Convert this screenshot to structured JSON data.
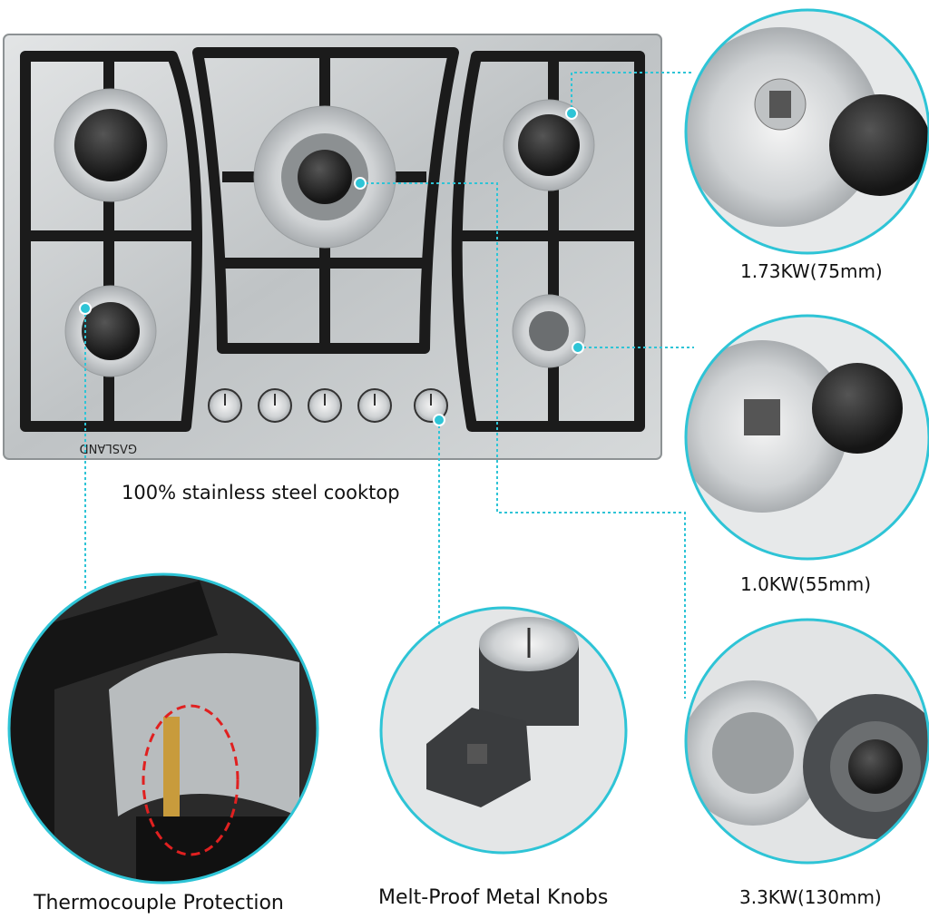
{
  "brand_logo": "GΛSLAND",
  "captions": {
    "cooktop": "100% stainless steel cooktop",
    "burner_small_top": "1.73KW(75mm)",
    "burner_aux": "1.0KW(55mm)",
    "burner_triple": "3.3KW(130mm)",
    "thermocouple": "Thermocouple Protection",
    "knobs": "Melt-Proof Metal Knobs"
  },
  "colors": {
    "accent_callout": "#2ec4d6",
    "steel": "#c9ccce",
    "cast_iron": "#1b1b1b",
    "thermo_highlight": "#e02020"
  },
  "knob_count": 5,
  "burner_count": 5
}
